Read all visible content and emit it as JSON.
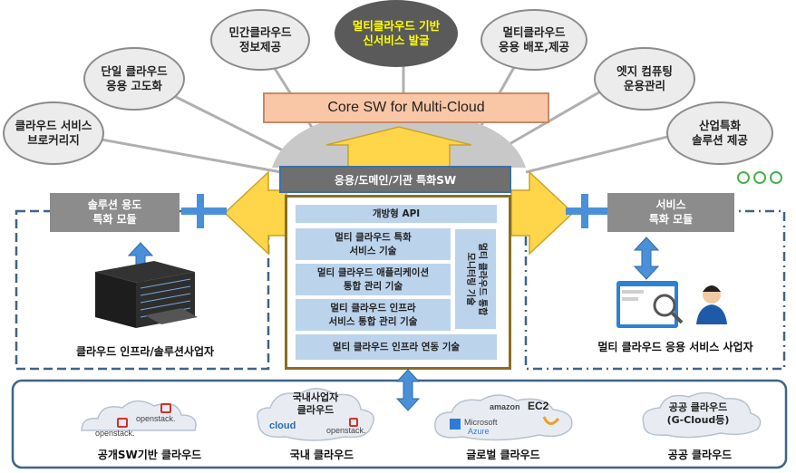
{
  "top_bubbles": [
    {
      "label": "클라우드 서비스\n브로커리지"
    },
    {
      "label": "단일 클라우드\n응용 고도화"
    },
    {
      "label": "민간클라우드\n정보제공"
    },
    {
      "label": "멀티클라우드 기반\n신서비스 발굴"
    },
    {
      "label": "멀티클라우드\n응용 배포,제공"
    },
    {
      "label": "엣지 컴퓨팅\n운용관리"
    },
    {
      "label": "산업특화\n솔루션 제공"
    }
  ],
  "core_sw": "Core SW for Multi-Cloud",
  "app_bar": "응용/도메인/기관 특화SW",
  "core_box": {
    "open_api": "개방형 API",
    "items": [
      "멀티 클라우드 특화\n서비스 기술",
      "멀티 클라우드 애플리케이션\n통합 관리 기술",
      "멀티 클라우드 인프라\n서비스 통합 관리 기술"
    ],
    "vertical": "멀티 클라우드 통합\n모니터링 기술",
    "bottom": "멀티 클라우드  인프라 연동 기술"
  },
  "left_module": "솔루션 용도\n특화 모듈",
  "left_caption": "클라우드 인프라/솔루션사업자",
  "right_module": "서비스\n특화 모듈",
  "right_caption": "멀티 클라우드 응용 서비스 사업자",
  "bottom_groups": [
    {
      "caption": "공개SW기반 클라우드"
    },
    {
      "caption": "국내 클라우드",
      "cloud_label": "국내사업자\n클라우드"
    },
    {
      "caption": "글로벌 클라우드"
    },
    {
      "caption": "공공 클라우드",
      "cloud_label": "공공 클라우드\n(G-Cloud등)"
    }
  ],
  "logos": {
    "openstack": "openstack.",
    "amazon": "amazon",
    "ec2": "EC2",
    "microsoft": "Microsoft",
    "azure": "Azure",
    "cloud": "cloud"
  },
  "colors": {
    "accent_blue": "#4a90d9",
    "box_gray": "#8c8c8c",
    "core_border": "#8a6d20",
    "arrow_yellow": "#ffd54a",
    "highlight_text": "#ffff00"
  }
}
